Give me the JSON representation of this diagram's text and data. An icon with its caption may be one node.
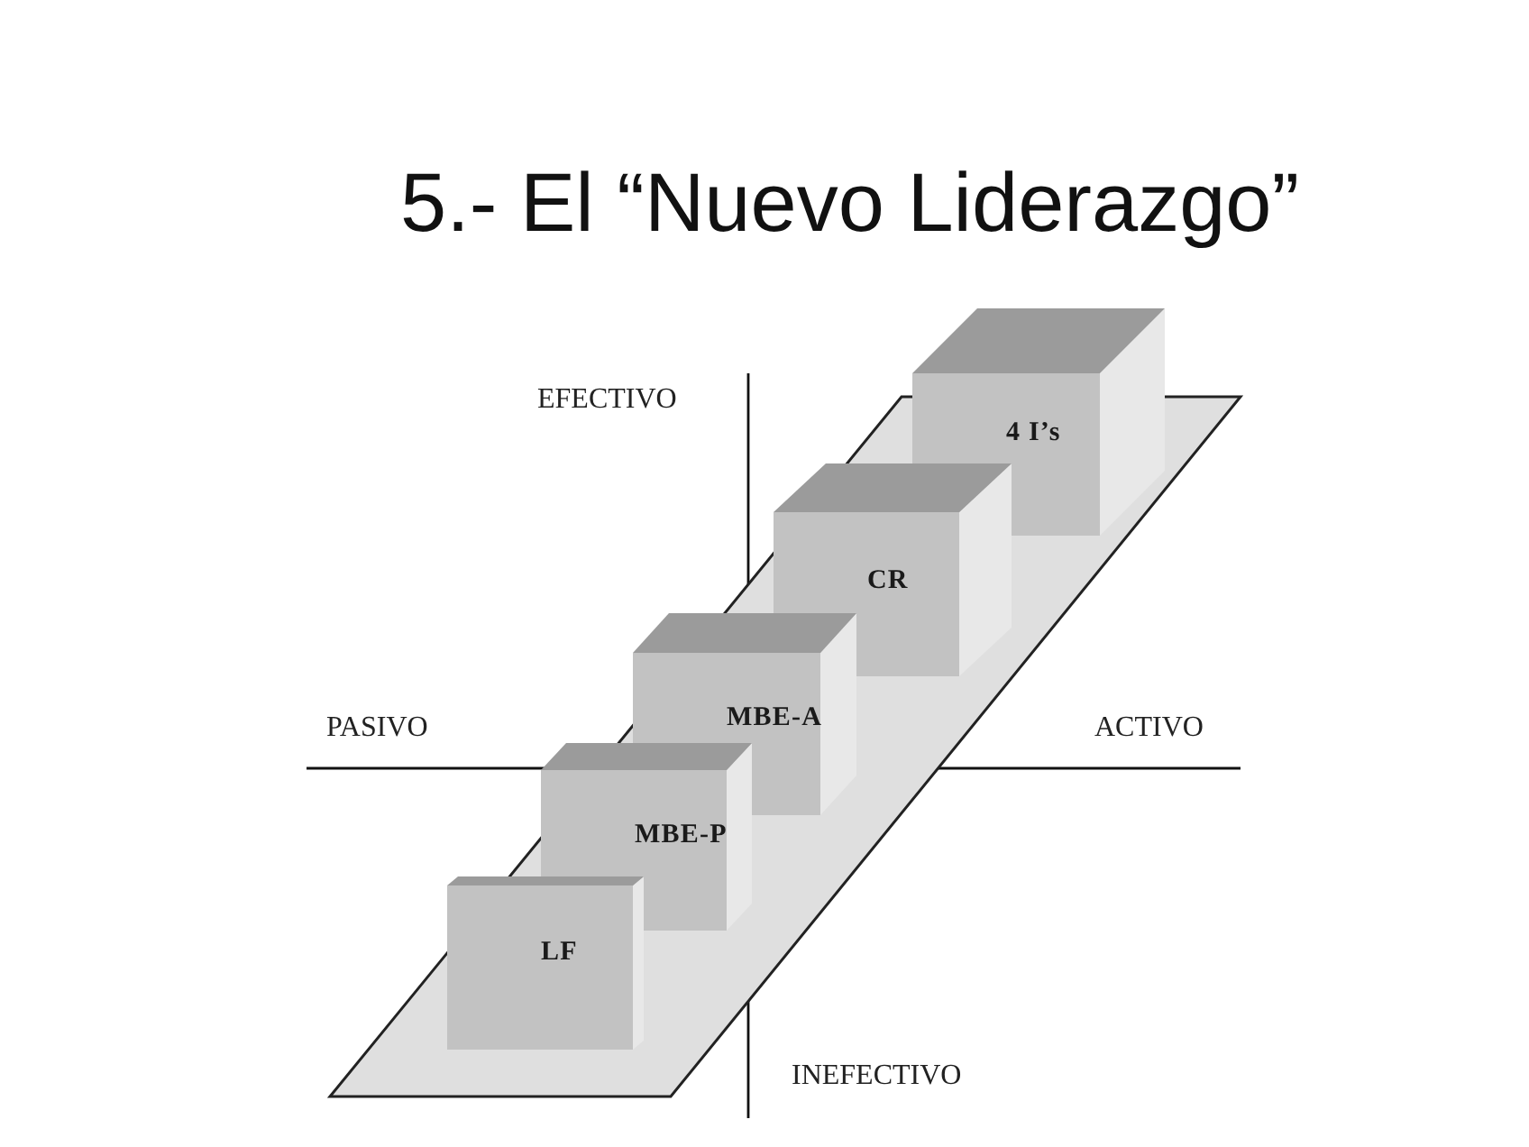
{
  "diagram": {
    "title": "5.- El “Nuevo Liderazgo”",
    "nodes": [
      {
        "text": [
          "4 I’s"
        ]
      },
      {
        "text": [
          "CR"
        ]
      },
      {
        "text": [
          "MBE-A"
        ]
      },
      {
        "text": [
          "MBE-P"
        ]
      },
      {
        "text": [
          "LF"
        ]
      }
    ],
    "labels": [
      "EFECTIVO",
      "PASIVO",
      "ACTIVO",
      "INEFECTIVO"
    ]
  }
}
